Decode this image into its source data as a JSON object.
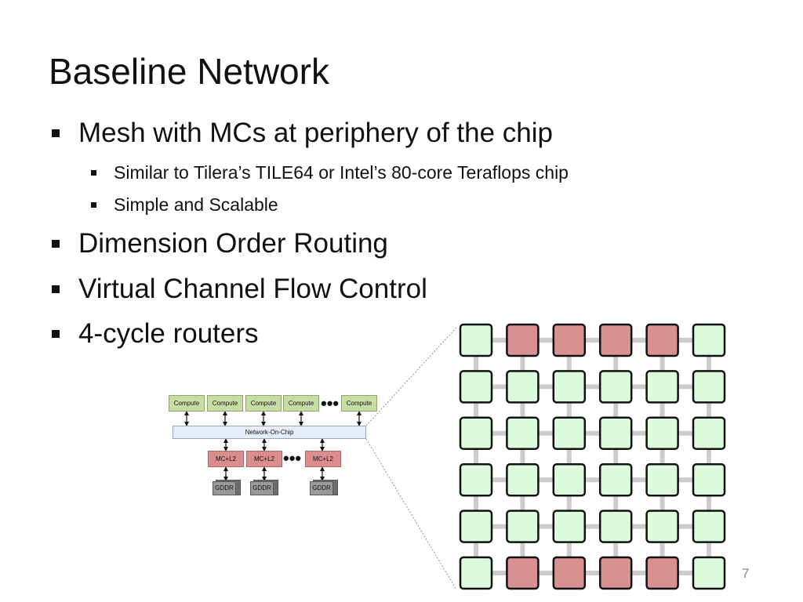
{
  "slide": {
    "title": "Baseline Network",
    "bullets": [
      {
        "text": "Mesh with MCs at periphery of the chip"
      },
      {
        "text": "Similar to Tilera’s TILE64 or Intel’s 80-core Teraflops chip"
      },
      {
        "text": "Simple and Scalable"
      },
      {
        "text": "Dimension Order Routing"
      },
      {
        "text": "Virtual Channel Flow Control"
      },
      {
        "text": "4-cycle routers"
      }
    ],
    "page_number": "7"
  },
  "system_diagram": {
    "compute_label": "Compute",
    "noc_label": "Network-On-Chip",
    "mc_label": "MC+L2",
    "gddr_label": "GDDR",
    "ellipsis": "•••"
  },
  "mesh": {
    "rows": 6,
    "cols": 6,
    "node_types": [
      [
        "compute",
        "mc",
        "mc",
        "mc",
        "mc",
        "compute"
      ],
      [
        "compute",
        "compute",
        "compute",
        "compute",
        "compute",
        "compute"
      ],
      [
        "compute",
        "compute",
        "compute",
        "compute",
        "compute",
        "compute"
      ],
      [
        "compute",
        "compute",
        "compute",
        "compute",
        "compute",
        "compute"
      ],
      [
        "compute",
        "compute",
        "compute",
        "compute",
        "compute",
        "compute"
      ],
      [
        "compute",
        "mc",
        "mc",
        "mc",
        "mc",
        "compute"
      ]
    ],
    "colors": {
      "compute": "#dcfadc",
      "mc": "#d99090",
      "link": "#cccccc",
      "border": "#111111"
    }
  }
}
